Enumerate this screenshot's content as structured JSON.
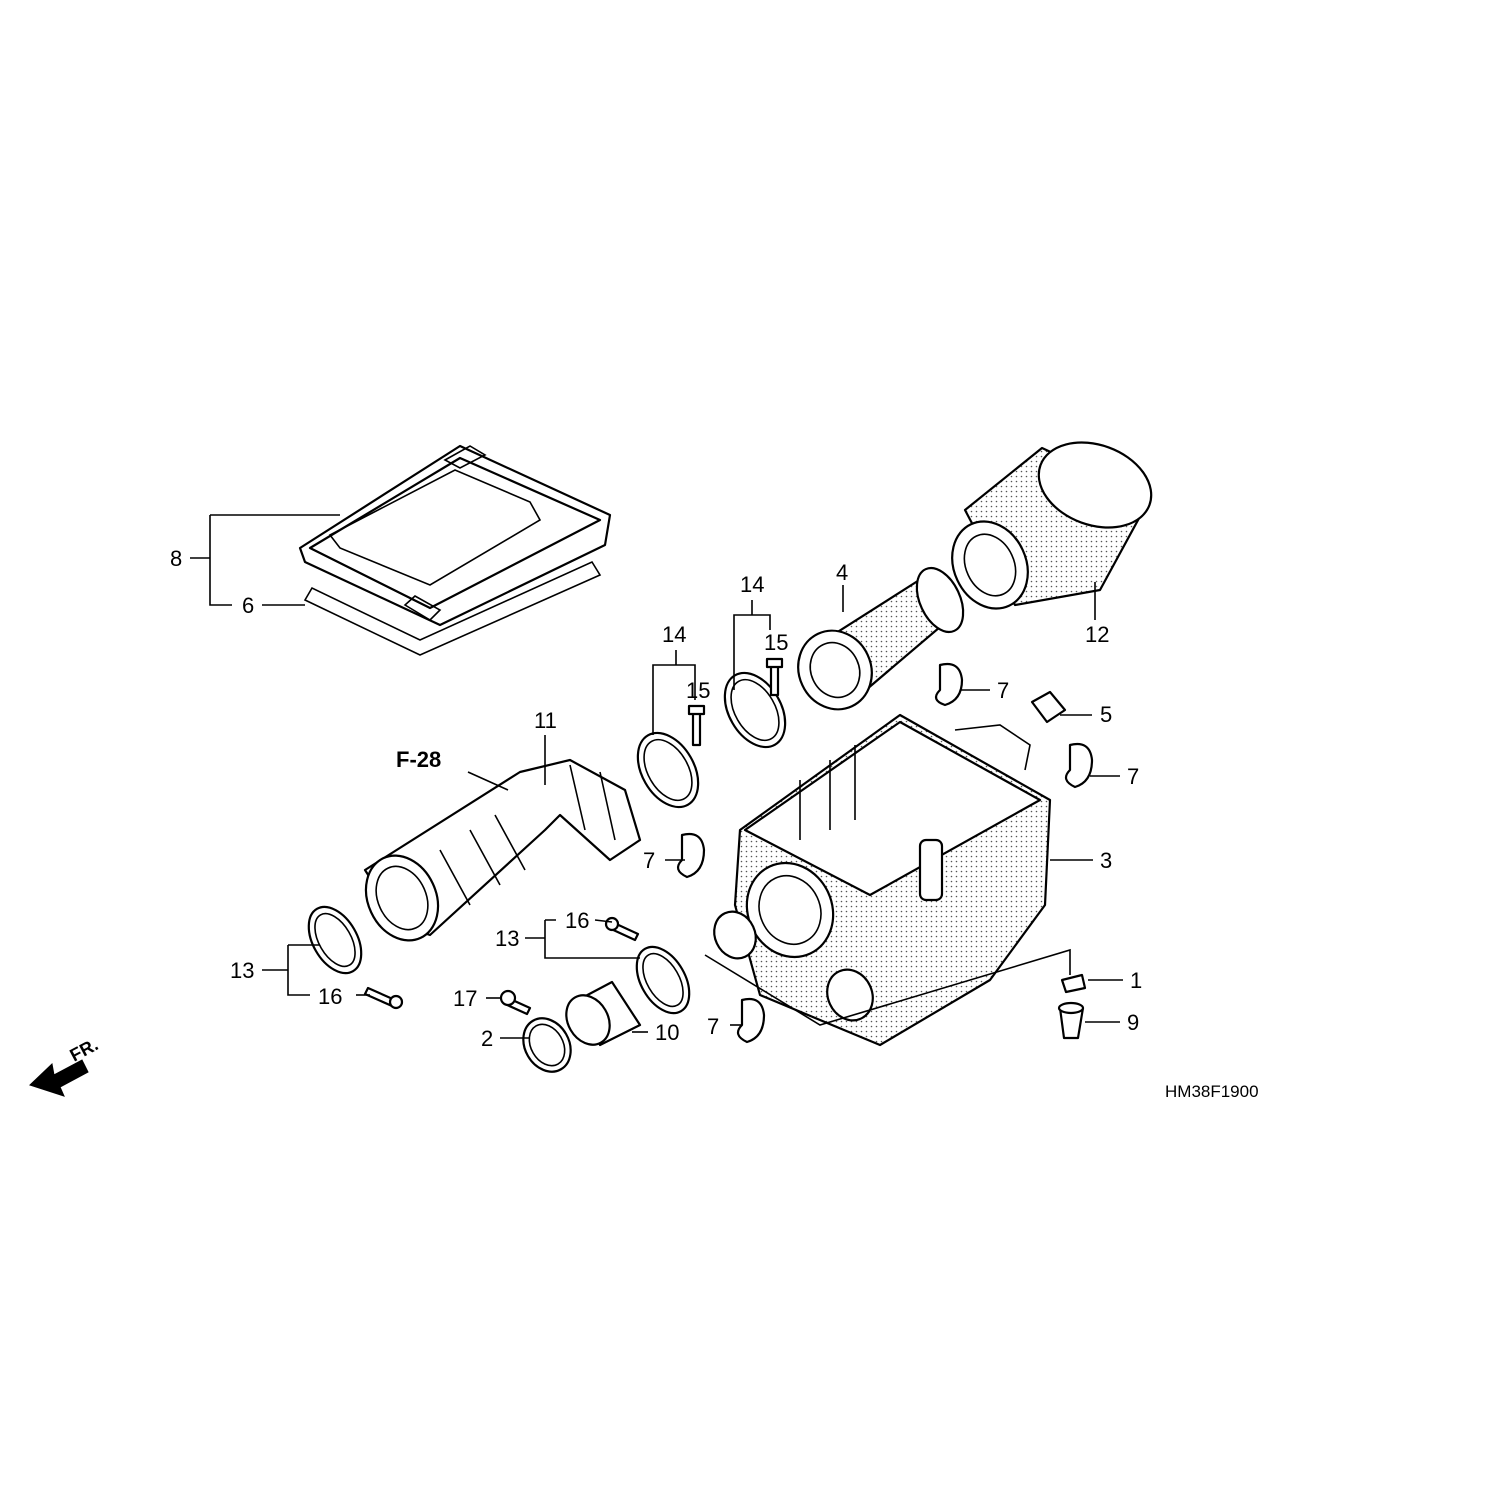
{
  "callouts": {
    "c1": "1",
    "c2": "2",
    "c3": "3",
    "c4": "4",
    "c5": "5",
    "c6": "6",
    "c7": "7",
    "c8": "8",
    "c9": "9",
    "c10": "10",
    "c11": "11",
    "c12": "12",
    "c13": "13",
    "c14": "14",
    "c15": "15",
    "c16": "16",
    "c17": "17"
  },
  "reference": "F-28",
  "front_label": "FR.",
  "diagram_code": "HM38F1900"
}
